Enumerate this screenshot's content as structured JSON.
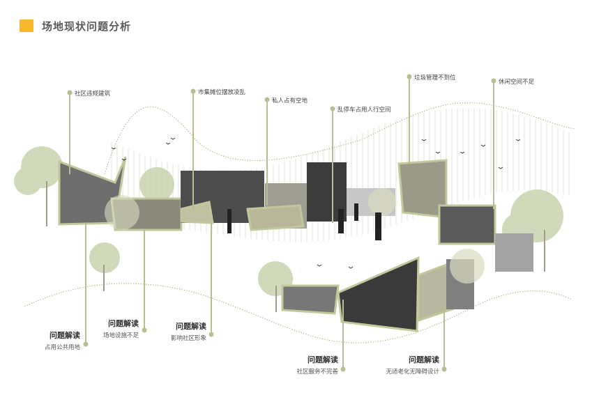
{
  "title": "场地现状问题分析",
  "colors": {
    "accent": "#f8b733",
    "line": "#b9bd93",
    "tree": "#cbd5b2"
  },
  "issues": [
    {
      "label": "社区违规建筑"
    },
    {
      "label": "市集摊位摆放凌乱"
    },
    {
      "label": "私人占有空地"
    },
    {
      "label": "乱停车占用人行空间"
    },
    {
      "label": "垃圾管理不到位"
    },
    {
      "label": "休闲空间不足"
    }
  ],
  "interpretations": [
    {
      "heading": "问题解读",
      "text": "占用公共用地"
    },
    {
      "heading": "问题解读",
      "text": "场地设施不足"
    },
    {
      "heading": "问题解读",
      "text": "影响社区形象"
    },
    {
      "heading": "问题解读",
      "text": "社区服务不完善"
    },
    {
      "heading": "问题解读",
      "text": "无适老化无障碍设计"
    }
  ]
}
